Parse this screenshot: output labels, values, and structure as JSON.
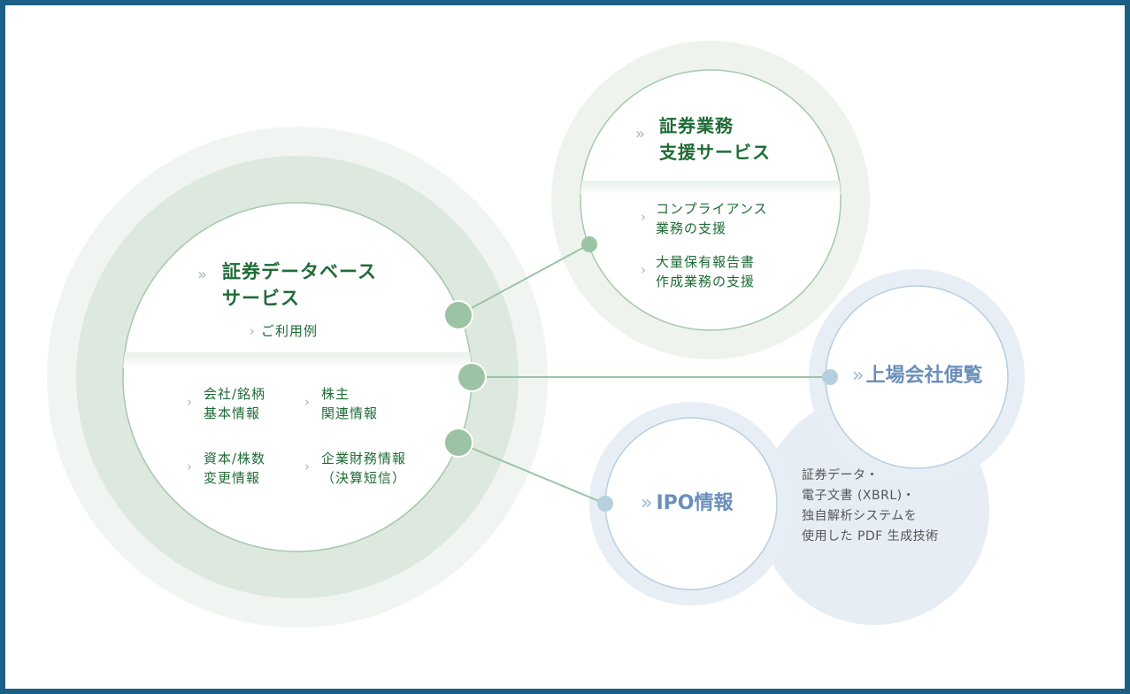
{
  "colors": {
    "frame": "#1b5f86",
    "green_text": "#1f6b36",
    "green_node": "#9cc4a4",
    "blue_text": "#6a8fb9",
    "blue_node": "#b8cfe0"
  },
  "database": {
    "title_line1": "証券データベース",
    "title_line2": "サービス",
    "example_link": "ご利用例",
    "items": [
      {
        "line1": "会社/銘柄",
        "line2": "基本情報"
      },
      {
        "line1": "株主",
        "line2": "関連情報"
      },
      {
        "line1": "資本/株数",
        "line2": "変更情報"
      },
      {
        "line1": "企業財務情報",
        "line2": "（決算短信）"
      }
    ]
  },
  "support": {
    "title_line1": "証券業務",
    "title_line2": "支援サービス",
    "items": [
      {
        "line1": "コンプライアンス",
        "line2": "業務の支援"
      },
      {
        "line1": "大量保有報告書",
        "line2": "作成業務の支援"
      }
    ]
  },
  "listed": {
    "title": "上場会社便覧"
  },
  "ipo": {
    "title": "IPO情報"
  },
  "note": {
    "lines": [
      "証券データ・",
      "電子文書 (XBRL)・",
      "独自解析システムを",
      "使用した PDF 生成技術"
    ]
  },
  "icons": {
    "chevron": "chevron-right-icon",
    "double_chevron": "double-chevron-right-icon"
  }
}
